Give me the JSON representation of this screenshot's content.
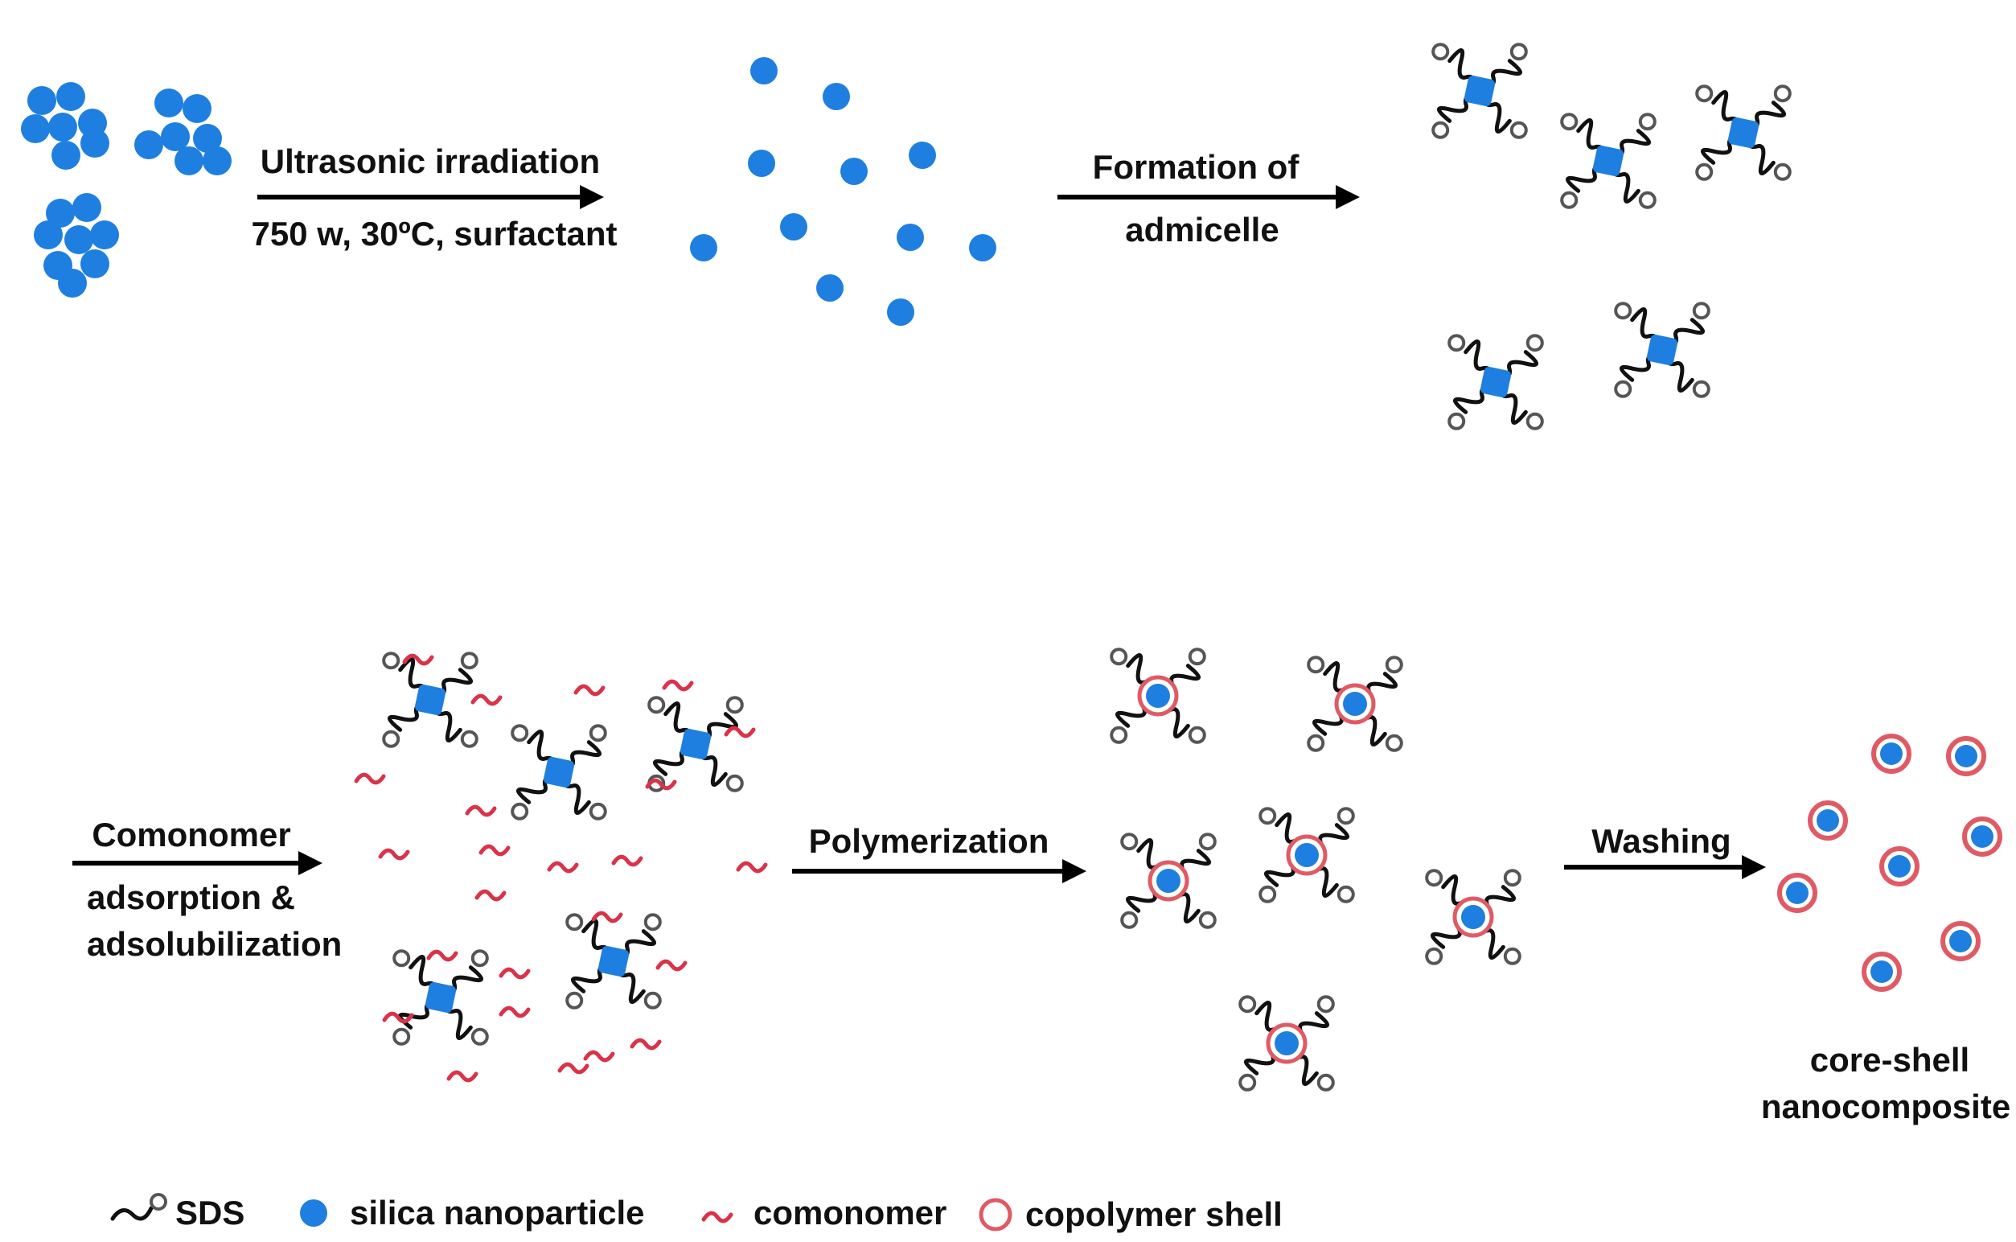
{
  "colors": {
    "particle": "#1e7fe0",
    "shell": "#e05a66",
    "comonomer": "#d9334a",
    "sds": "#111111",
    "arrow": "#000000",
    "background": "#ffffff"
  },
  "steps": {
    "ultrasonic": {
      "line1": "Ultrasonic irradiation",
      "line2": "750 w, 30ºC, surfactant"
    },
    "admicelle": {
      "line1": "Formation of",
      "line2": "admicelle"
    },
    "comonomer": {
      "line1": "Comonomer",
      "line2": "adsorption &",
      "line3": "adsolubilization"
    },
    "polymerization": {
      "line1": "Polymerization"
    },
    "washing": {
      "line1": "Washing"
    }
  },
  "product": {
    "line1": "core-shell",
    "line2": "nanocomposite"
  },
  "legend": {
    "sds": "SDS",
    "silica": "silica nanoparticle",
    "comonomer": "comonomer",
    "shell": "copolymer shell"
  }
}
